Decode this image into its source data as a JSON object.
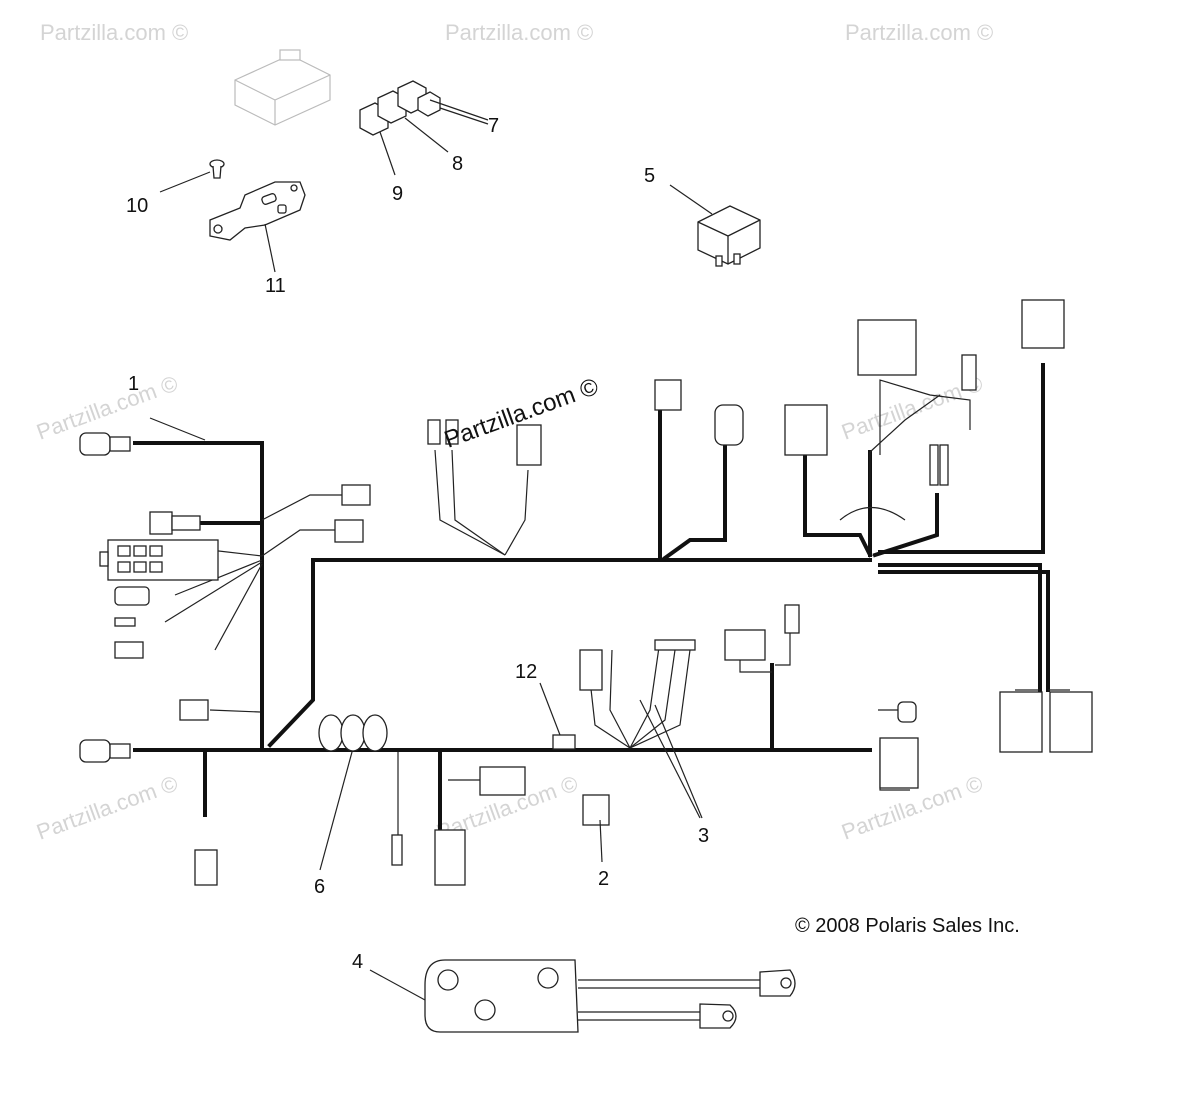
{
  "diagram": {
    "callouts": [
      {
        "id": "1",
        "label": "1"
      },
      {
        "id": "2",
        "label": "2"
      },
      {
        "id": "3",
        "label": "3"
      },
      {
        "id": "4",
        "label": "4"
      },
      {
        "id": "5",
        "label": "5"
      },
      {
        "id": "6",
        "label": "6"
      },
      {
        "id": "7",
        "label": "7"
      },
      {
        "id": "8",
        "label": "8"
      },
      {
        "id": "9",
        "label": "9"
      },
      {
        "id": "10",
        "label": "10"
      },
      {
        "id": "11",
        "label": "11"
      },
      {
        "id": "12",
        "label": "12"
      }
    ],
    "watermark_main": "Partzilla.com ©",
    "watermark_repeat": "Partzilla.com ©",
    "copyright": "© 2008 Polaris Sales Inc.",
    "colors": {
      "wire": "#111111",
      "watermark": "#d4d4d4",
      "background": "#ffffff"
    }
  }
}
